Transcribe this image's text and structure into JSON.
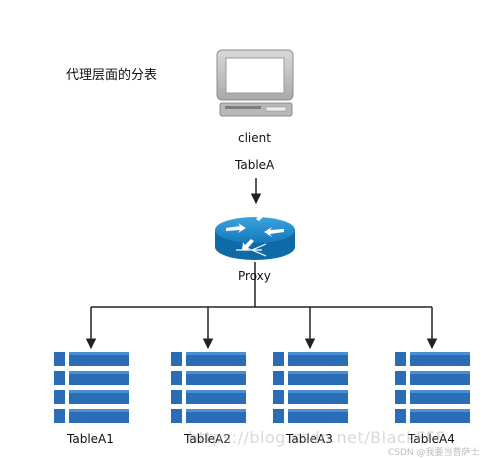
{
  "caption": "代理层面的分表",
  "client_label": "client",
  "edge_label": "TableA",
  "proxy_label": "Proxy",
  "tables": [
    {
      "label": "TableA1"
    },
    {
      "label": "TableA2"
    },
    {
      "label": "TableA3"
    },
    {
      "label": "TableA4"
    }
  ],
  "watermark": "https://blog.csdn.net/BlackFFF",
  "watermark_small": "CSDN @我要当菩萨士",
  "colors": {
    "table_blue": "#2a6db5",
    "router_blue": "#1a7fc1",
    "line": "#222222"
  }
}
